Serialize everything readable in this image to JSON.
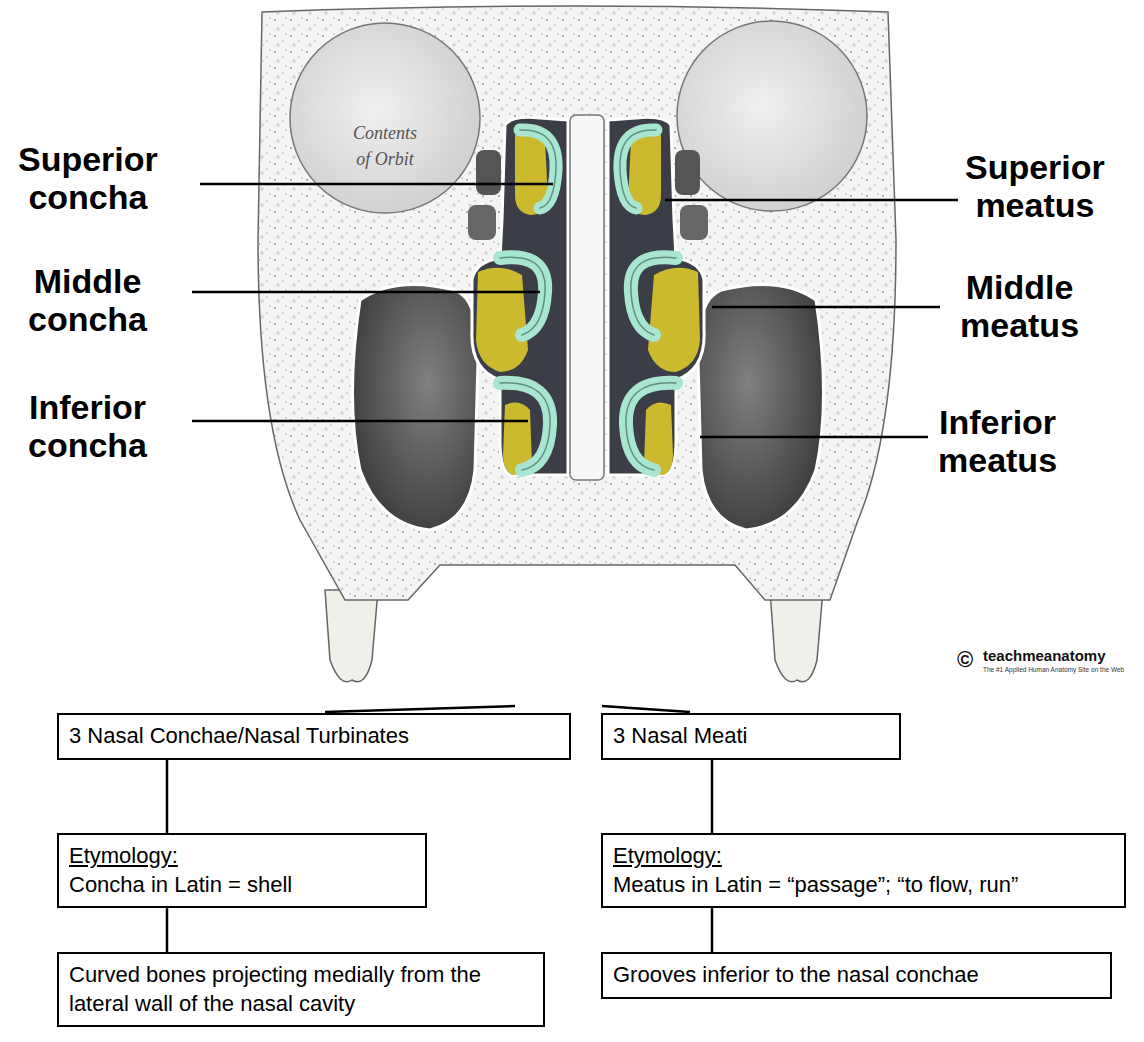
{
  "diagram": {
    "nodes": [
      {
        "text": [
          "3 Nasal Conchae/Nasal Turbinates"
        ]
      },
      {
        "text": [
          "Etymology:",
          "Concha in Latin = shell"
        ]
      },
      {
        "text": [
          "Curved bones projecting medially from the lateral wall of the nasal cavity"
        ]
      },
      {
        "text": [
          "3 Nasal Meati"
        ]
      },
      {
        "text": [
          "Etymology:",
          "Meatus in Latin = “passage”; “to flow, run”"
        ]
      },
      {
        "text": [
          "Grooves inferior to the nasal conchae"
        ]
      }
    ],
    "edges": [
      {
        "from": 0,
        "to": 1,
        "arrow": "none"
      },
      {
        "from": 1,
        "to": 2,
        "arrow": "none"
      },
      {
        "from": 3,
        "to": 4,
        "arrow": "none"
      },
      {
        "from": 4,
        "to": 5,
        "arrow": "none"
      }
    ],
    "labels": [
      "Superior concha",
      "Middle concha",
      "Inferior concha",
      "Superior meatus",
      "Middle meatus",
      "Inferior meatus",
      "Contents of Orbit",
      "©",
      "teachmeanatomy",
      "The #1 Applied Human Anatomy Site on the Web"
    ]
  }
}
